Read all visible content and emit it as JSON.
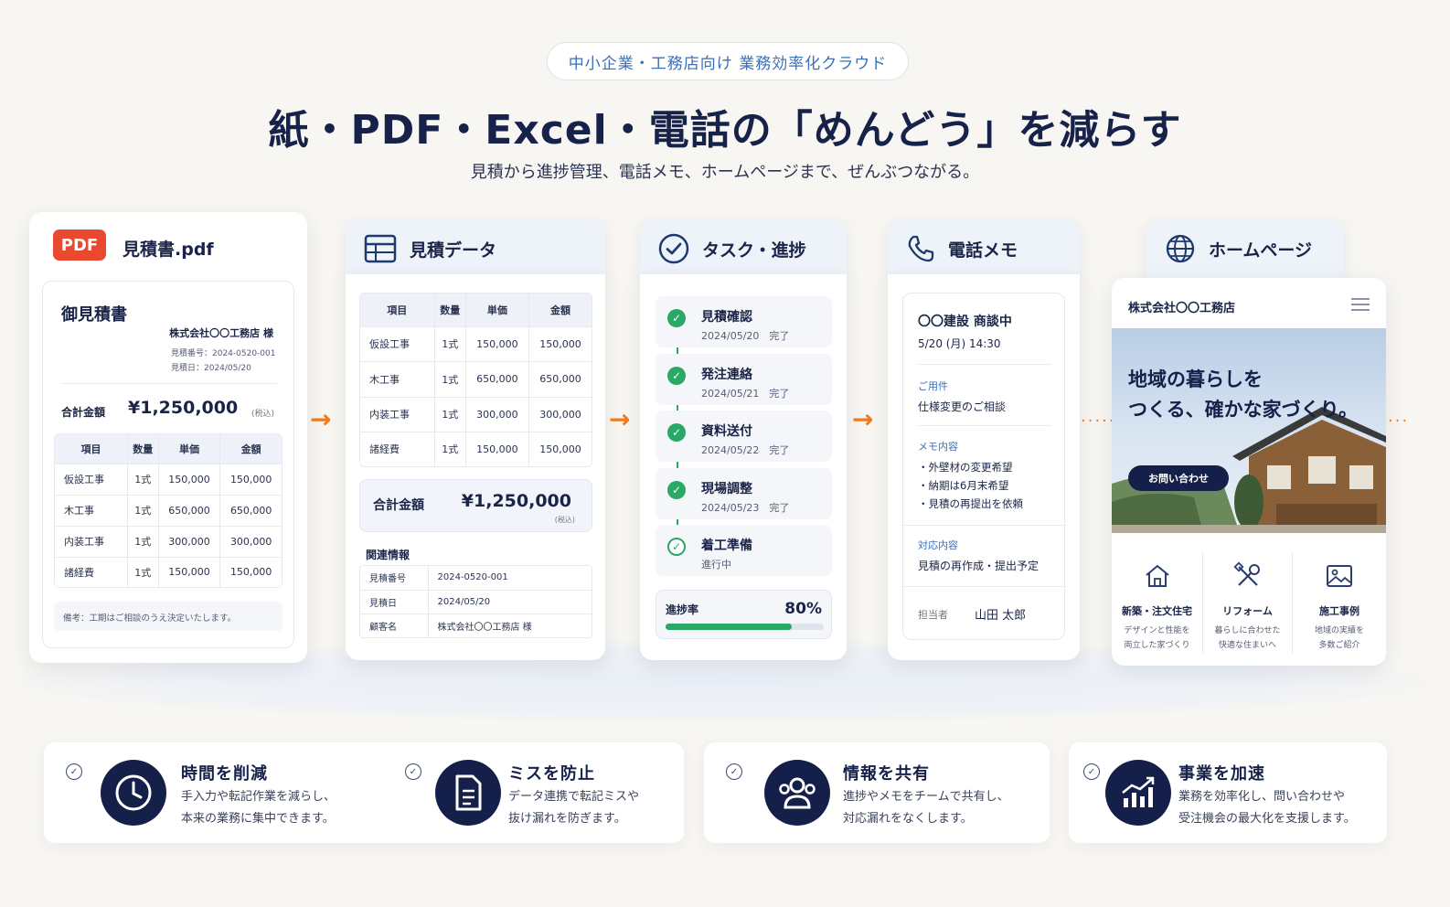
{
  "header": {
    "badge": "中小企業・工務店向け 業務効率化クラウド",
    "headline": "紙・PDF・Excel・電話の「めんどう」を減らす",
    "subhead": "見積から進捗管理、電話メモ、ホームページまで、ぜんぶつながる。"
  },
  "pdf": {
    "badge": "PDF",
    "filename": "見積書.pdf",
    "doc_title": "御見積書",
    "client": "株式会社〇〇工務店 様",
    "number": "見積番号：2024-0520-001",
    "date": "見積日：2024/05/20",
    "total_label": "合計金額",
    "total": "¥1,250,000",
    "tax": "(税込)",
    "columns": [
      "項目",
      "数量",
      "単価",
      "金額"
    ],
    "rows": [
      [
        "仮設工事",
        "1式",
        "150,000",
        "150,000"
      ],
      [
        "木工事",
        "1式",
        "650,000",
        "650,000"
      ],
      [
        "内装工事",
        "1式",
        "300,000",
        "300,000"
      ],
      [
        "諸経費",
        "1式",
        "150,000",
        "150,000"
      ]
    ],
    "note": "備考：工期はご相談のうえ決定いたします。"
  },
  "data": {
    "title": "見積データ",
    "columns": [
      "項目",
      "数量",
      "単価",
      "金額"
    ],
    "rows": [
      [
        "仮設工事",
        "1式",
        "150,000",
        "150,000"
      ],
      [
        "木工事",
        "1式",
        "650,000",
        "650,000"
      ],
      [
        "内装工事",
        "1式",
        "300,000",
        "300,000"
      ],
      [
        "諸経費",
        "1式",
        "150,000",
        "150,000"
      ]
    ],
    "total_label": "合計金額",
    "total": "¥1,250,000",
    "tax": "(税込)",
    "related_title": "関連情報",
    "related": [
      [
        "見積番号",
        "2024-0520-001"
      ],
      [
        "見積日",
        "2024/05/20"
      ],
      [
        "顧客名",
        "株式会社〇〇工務店 様"
      ]
    ]
  },
  "tasks": {
    "title": "タスク・進捗",
    "items": [
      {
        "name": "見積確認",
        "date": "2024/05/20　完了"
      },
      {
        "name": "発注連絡",
        "date": "2024/05/21　完了"
      },
      {
        "name": "資料送付",
        "date": "2024/05/22　完了"
      },
      {
        "name": "現場調整",
        "date": "2024/05/23　完了"
      },
      {
        "name": "着工準備",
        "date": "進行中"
      }
    ],
    "progress_label": "進捗率",
    "progress_value": "80%",
    "progress_fraction": 0.8
  },
  "memo": {
    "title": "電話メモ",
    "subject": "〇〇建設 商談中",
    "datetime": "5/20 (月) 14:30",
    "purpose_label": "ご用件",
    "purpose": "仕様変更のご相談",
    "content_label": "メモ内容",
    "content": [
      "・外壁材の変更希望",
      "・納期は6月末希望",
      "・見積の再提出を依頼"
    ],
    "response_label": "対応内容",
    "response": "見積の再作成・提出予定",
    "owner_label": "担当者",
    "owner": "山田 太郎"
  },
  "homepage": {
    "title": "ホームページ",
    "site_name": "株式会社〇〇工務店",
    "hero_line1": "地域の暮らしを",
    "hero_line2": "つくる、確かな家づくり。",
    "cta": "お問い合わせ",
    "services": [
      {
        "name": "新築・注文住宅",
        "desc1": "デザインと性能を",
        "desc2": "両立した家づくり"
      },
      {
        "name": "リフォーム",
        "desc1": "暮らしに合わせた",
        "desc2": "快適な住まいへ"
      },
      {
        "name": "施工事例",
        "desc1": "地域の実績を",
        "desc2": "多数ご紹介"
      }
    ]
  },
  "benefits": [
    {
      "title": "時間を削減",
      "desc1": "手入力や転記作業を減らし、",
      "desc2": "本来の業務に集中できます。"
    },
    {
      "title": "ミスを防止",
      "desc1": "データ連携で転記ミスや",
      "desc2": "抜け漏れを防ぎます。"
    },
    {
      "title": "情報を共有",
      "desc1": "進捗やメモをチームで共有し、",
      "desc2": "対応漏れをなくします。"
    },
    {
      "title": "事業を加速",
      "desc1": "業務を効率化し、問い合わせや",
      "desc2": "受注機会の最大化を支援します。"
    }
  ],
  "colors": {
    "accent": "#f07a1e",
    "navy": "#15204a",
    "green": "#2aa866",
    "pdf_red": "#e9492f"
  }
}
